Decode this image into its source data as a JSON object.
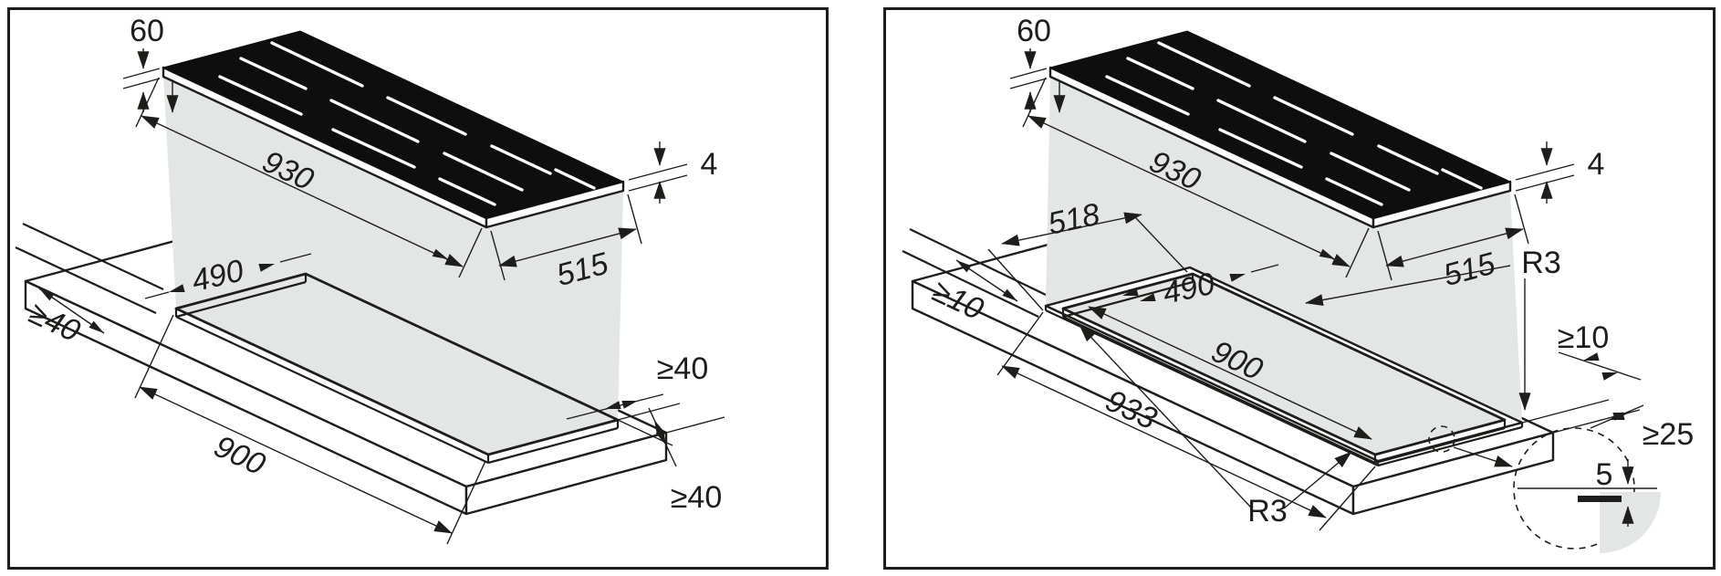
{
  "figure": "hob-installation-dimensions",
  "colors": {
    "line": "#1d1d1b",
    "projection_gray": "#e4e6e5",
    "glass_black": "#0e0e0e",
    "background": "#ffffff"
  },
  "panels": {
    "left": {
      "id": "surface-mount",
      "dims": {
        "hob_height": "60",
        "hob_width": "930",
        "hob_depth": "515",
        "glass_thickness": "4",
        "cutout_depth": "490",
        "cutout_width": "900",
        "clearance_rear": "≥40",
        "clearance_side": "≥40",
        "clearance_front": "≥40"
      }
    },
    "right": {
      "id": "flush-mount",
      "dims": {
        "hob_height": "60",
        "hob_width": "930",
        "hob_depth": "515",
        "glass_thickness": "4",
        "recess_depth": "518",
        "clearance_rear": "≥10",
        "cutout_depth": "490",
        "cutout_width": "900",
        "recess_width": "933",
        "corner_radius_top": "R3",
        "corner_radius_bottom": "R3",
        "clearance_side": "≥10",
        "clearance_front": "≥25",
        "recess_step_depth": "5"
      }
    }
  }
}
